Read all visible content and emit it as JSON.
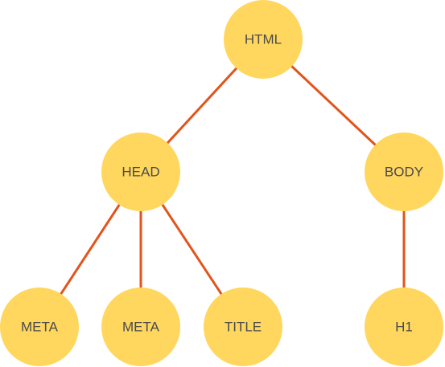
{
  "diagram": {
    "colors": {
      "node_fill": "#FFD75E",
      "edge": "#E2541B",
      "text": "#4a4a4a"
    },
    "nodes": [
      {
        "id": "html",
        "label": "HTML"
      },
      {
        "id": "head",
        "label": "HEAD"
      },
      {
        "id": "body",
        "label": "BODY"
      },
      {
        "id": "meta1",
        "label": "META"
      },
      {
        "id": "meta2",
        "label": "META"
      },
      {
        "id": "title",
        "label": "TITLE"
      },
      {
        "id": "h1",
        "label": "H1"
      }
    ],
    "edges": [
      {
        "from": "html",
        "to": "head"
      },
      {
        "from": "html",
        "to": "body"
      },
      {
        "from": "head",
        "to": "meta1"
      },
      {
        "from": "head",
        "to": "meta2"
      },
      {
        "from": "head",
        "to": "title"
      },
      {
        "from": "body",
        "to": "h1"
      }
    ]
  }
}
